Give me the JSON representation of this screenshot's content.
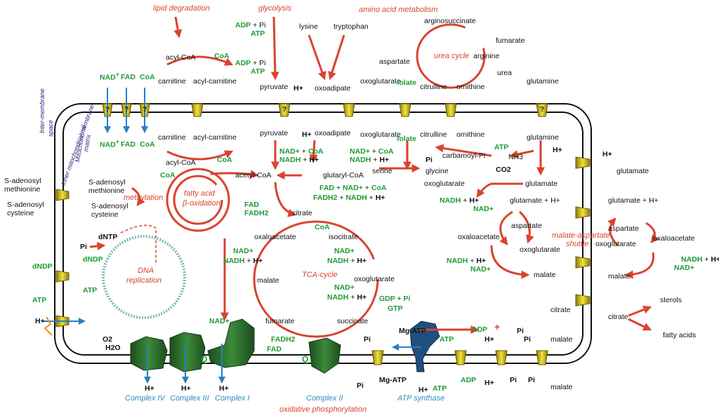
{
  "pathways": {
    "lipid_degradation": "lipid degradation",
    "glycolysis": "glycolysis",
    "amino_acid_metabolism": "amino acid metabolism",
    "urea_cycle": "urea cycle",
    "fatty_acid": "fatty acid",
    "beta_oxidation": "β-oxidation",
    "methylation": "methylation",
    "dna": "DNA",
    "replication": "replication",
    "tca_cycle": "TCA-cycle",
    "malate_aspartate_1": "malate-aspartate",
    "malate_aspartate_2": "shuttle",
    "oxidative_phosphorylation": "oxidative phosphorylation"
  },
  "compartments": {
    "inter_membrane": "Inter-membrane",
    "space": "space",
    "inner_membrane": "Inner mitochondrial membrane",
    "mito": "Mitochondrial",
    "matrix": "matrix"
  },
  "complexes": {
    "iv": "Complex IV",
    "iii": "Complex III",
    "i": "Complex I",
    "ii": "Complex II",
    "atp_synthase": "ATP synthase",
    "q": "Q"
  },
  "cofactors": {
    "nad": "NAD",
    "nad_plus": "NAD+",
    "nadh": "NADH",
    "nadh_h": "NADH + H+",
    "fad": "FAD",
    "fadh2": "FADH2",
    "coa": "CoA",
    "adp": "ADP",
    "atp": "ATP",
    "adp_pi": "ADP + Pi",
    "gdp_pi": "GDP + Pi",
    "gtp": "GTP",
    "pi": "Pi",
    "h": "H+",
    "plus": "+",
    "co2": "CO2",
    "o2": "O2",
    "h2o": "H2O",
    "dntp": "dNTP",
    "dndp": "dNDP",
    "mg_atp": "Mg-ATP",
    "qmark": "?"
  },
  "metabolites": {
    "acyl_coa": "acyl-CoA",
    "carnitine": "carnitine",
    "acyl_carnitine": "acyl-carnitine",
    "pyruvate": "pyruvate",
    "lysine": "lysine",
    "tryptophan": "tryptophan",
    "oxoadipate": "oxoadipate",
    "oxoglutarate": "oxoglutarate",
    "folate": "folate",
    "argininosuccinate": "arginosuccinate",
    "fumarate": "fumarate",
    "aspartate": "aspartate",
    "arginine": "arginine",
    "urea": "urea",
    "citrulline": "citrulline",
    "ornithine": "ornithine",
    "glutamine": "glutamine",
    "glutamate": "glutamate",
    "glutamate_h": "glutamate + H+",
    "carbamoyl_pi": "carbamoyl-Pi",
    "nh3": "NH3",
    "serine": "serine",
    "glycine": "glycine",
    "glutaryl_coa": "glutaryl-CoA",
    "acetyl_coa": "acetyl-CoA",
    "citrate": "citrate",
    "isocitrate": "isocitrate",
    "oxaloacetate": "oxaloacetate",
    "malate": "malate",
    "succinate": "succinate",
    "s_adenosyl": "S-adenosyl",
    "methionine": "methionine",
    "cysteine": "cysteine",
    "sterols": "sterols",
    "fatty_acids": "fatty acids"
  }
}
